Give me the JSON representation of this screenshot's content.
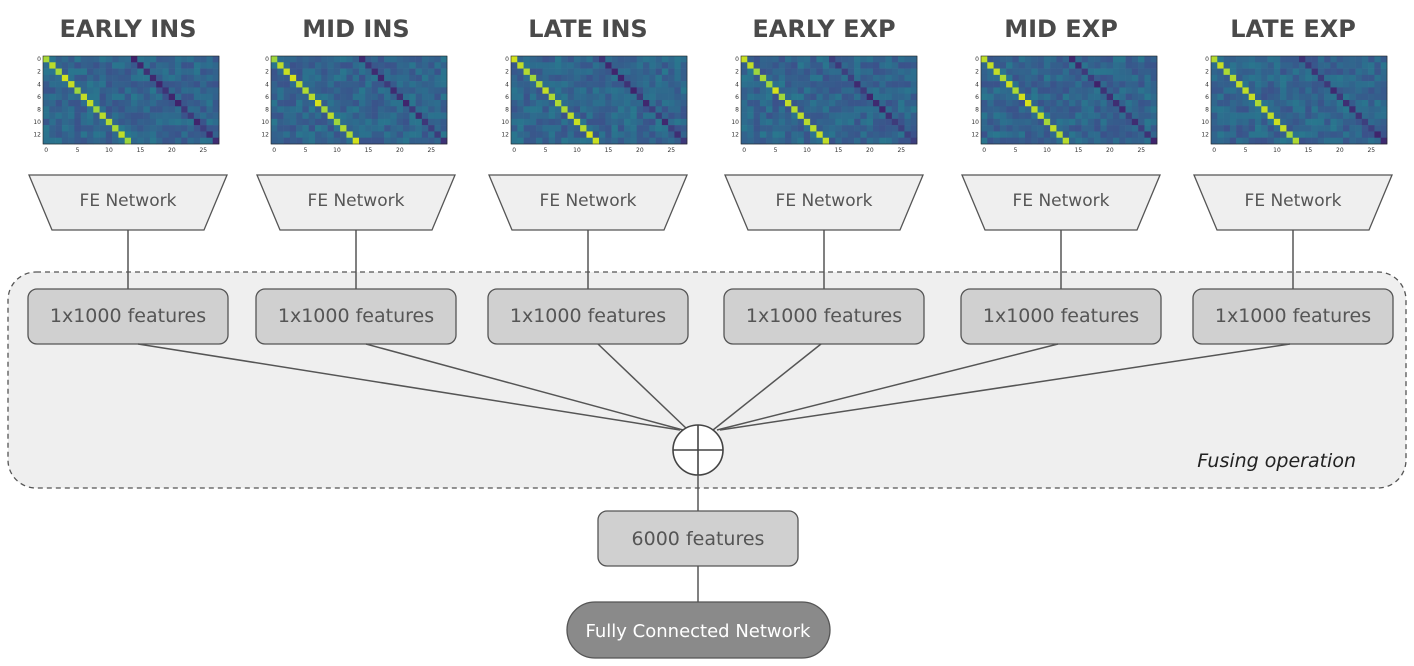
{
  "columns": [
    {
      "title": "EARLY INS",
      "fe_label": "FE Network",
      "features_label": "1x1000 features"
    },
    {
      "title": "MID INS",
      "fe_label": "FE Network",
      "features_label": "1x1000 features"
    },
    {
      "title": "LATE INS",
      "fe_label": "FE Network",
      "features_label": "1x1000 features"
    },
    {
      "title": "EARLY EXP",
      "fe_label": "FE Network",
      "features_label": "1x1000 features"
    },
    {
      "title": "MID EXP",
      "fe_label": "FE Network",
      "features_label": "1x1000 features"
    },
    {
      "title": "LATE EXP",
      "fe_label": "FE Network",
      "features_label": "1x1000 features"
    }
  ],
  "heatmap": {
    "y_ticks": [
      "0",
      "2",
      "4",
      "6",
      "8",
      "10",
      "12"
    ],
    "x_ticks": [
      "0",
      "5",
      "10",
      "15",
      "20",
      "25"
    ]
  },
  "fusion": {
    "label": "Fusing operation",
    "symbol": "circle-plus-icon"
  },
  "combined_features_label": "6000 features",
  "output_label": "Fully Connected Network",
  "colors": {
    "fe_fill": "#efefef",
    "feature_box_fill": "#d0d0d0",
    "fusion_region_fill": "#efefef",
    "output_fill": "#8a8a8a",
    "heatmap_low": "#440154",
    "heatmap_mid": "#2c6f8e",
    "heatmap_high": "#d8e219"
  }
}
